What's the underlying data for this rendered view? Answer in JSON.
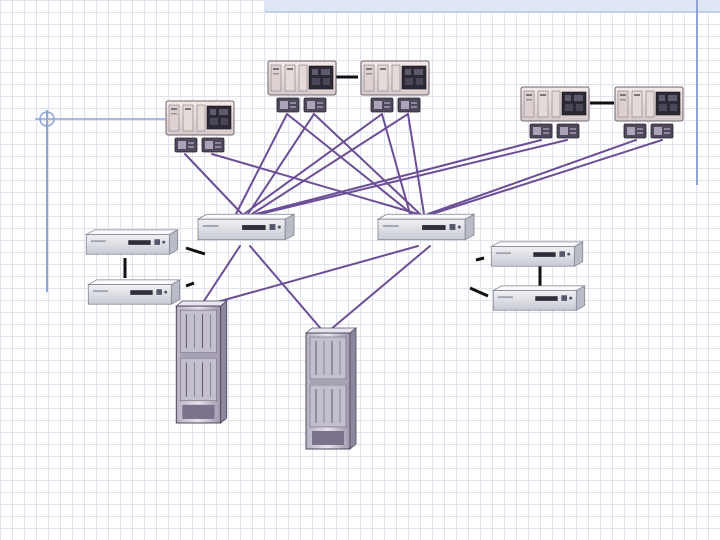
{
  "slide": {
    "background_color": "#ffffff",
    "grid_color": "#dfe3ee",
    "accent_color": "#8fa3d6",
    "title": ""
  },
  "diagram": {
    "link_color": "#6b4e96",
    "device_types": {
      "server": "host-server-icon",
      "adapter": "host-bus-adapter-icon",
      "switch": "fibre-channel-switch-icon",
      "storage": "storage-array-rack-icon"
    },
    "servers": [
      {
        "id": "server-1"
      },
      {
        "id": "server-2"
      },
      {
        "id": "server-3"
      },
      {
        "id": "server-4"
      },
      {
        "id": "server-5"
      }
    ],
    "core_switches": [
      {
        "id": "core-switch-1"
      },
      {
        "id": "core-switch-2"
      }
    ],
    "edge_switches": [
      {
        "id": "edge-switch-1"
      },
      {
        "id": "edge-switch-2"
      },
      {
        "id": "edge-switch-3"
      },
      {
        "id": "edge-switch-4"
      }
    ],
    "storage_arrays": [
      {
        "id": "storage-array-1"
      },
      {
        "id": "storage-array-2"
      }
    ]
  }
}
